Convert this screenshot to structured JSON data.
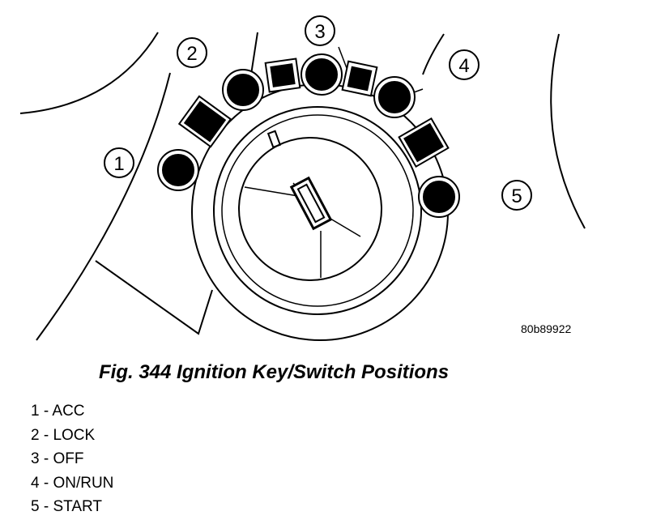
{
  "figure": {
    "code": "80b89922",
    "callouts": [
      {
        "num": "1"
      },
      {
        "num": "2"
      },
      {
        "num": "3"
      },
      {
        "num": "4"
      },
      {
        "num": "5"
      }
    ]
  },
  "caption": "Fig. 344 Ignition Key/Switch Positions",
  "legend": [
    {
      "text": "1 - ACC"
    },
    {
      "text": "2 - LOCK"
    },
    {
      "text": "3 - OFF"
    },
    {
      "text": "4 - ON/RUN"
    },
    {
      "text": "5 - START"
    }
  ]
}
